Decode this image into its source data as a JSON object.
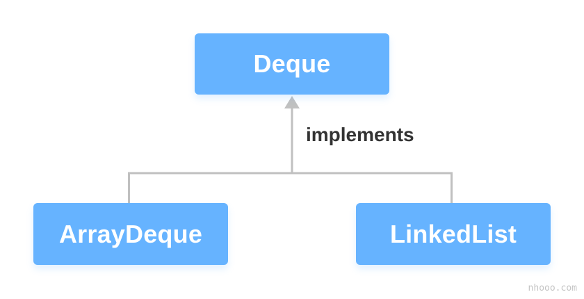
{
  "diagram": {
    "root": {
      "label": "Deque"
    },
    "relationship": {
      "label": "implements"
    },
    "children": [
      {
        "label": "ArrayDeque"
      },
      {
        "label": "LinkedList"
      }
    ],
    "colors": {
      "node_fill": "#66b3ff",
      "node_text": "#ffffff",
      "connector": "#c0c0c0",
      "label_text": "#333333"
    }
  },
  "watermark": "nhooo.com"
}
